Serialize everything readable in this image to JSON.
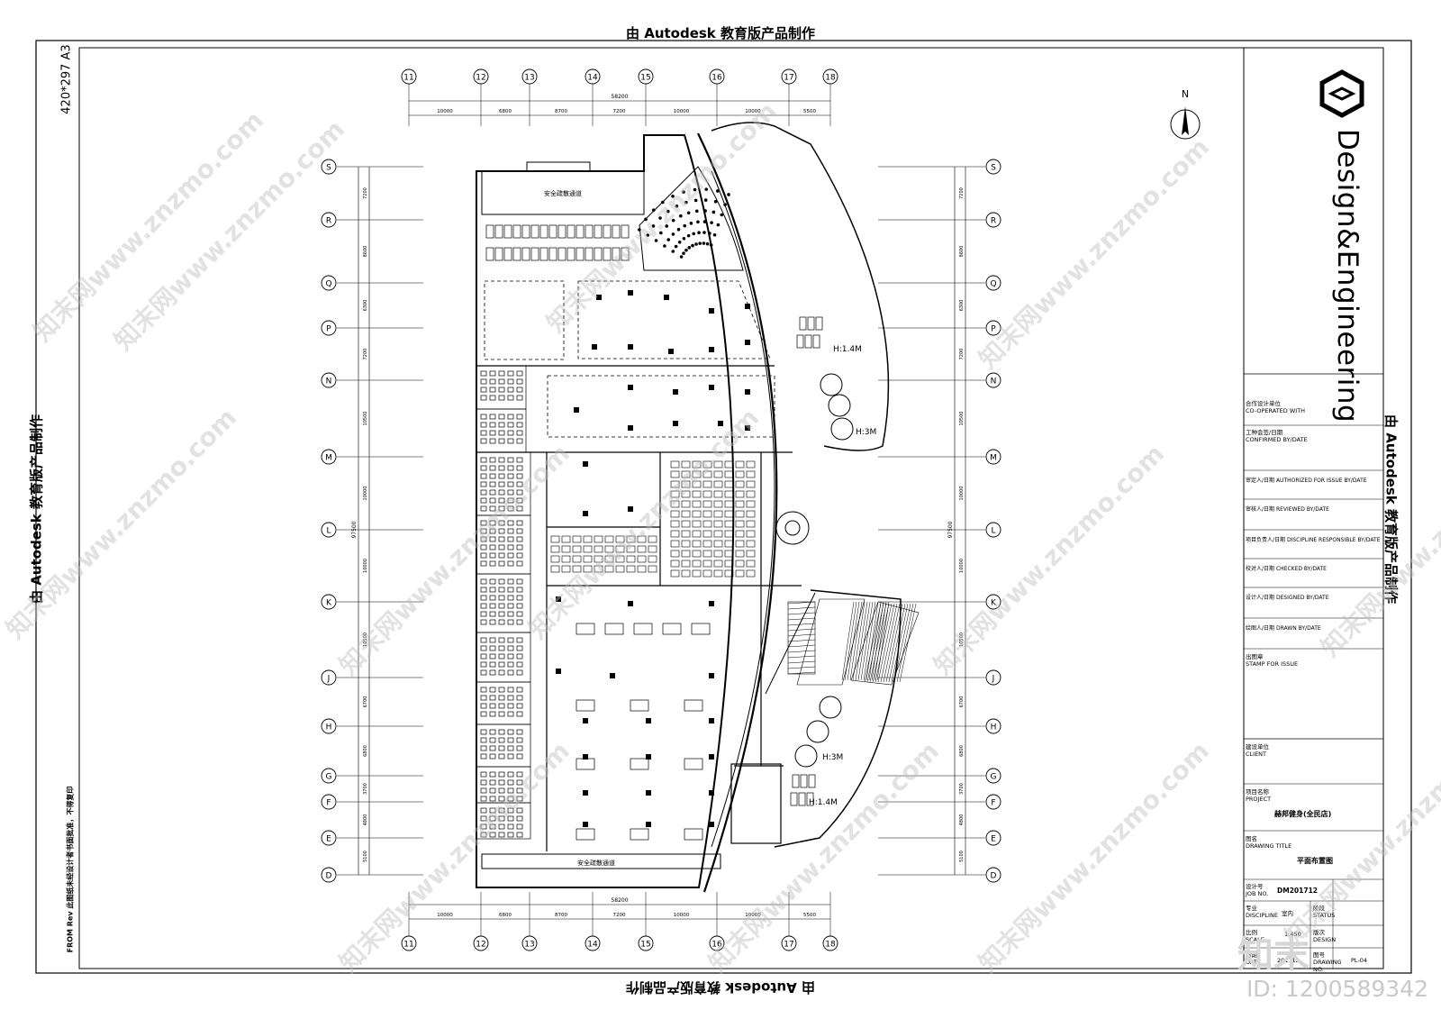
{
  "edu_stamp": "由 Autodesk 教育版产品制作",
  "paper_size": "420*297 A3",
  "from_rev": "FROM Rev 此图纸未经设计者书面批准，不得复印",
  "north_label": "N",
  "grid_cols": [
    "11",
    "12",
    "13",
    "14",
    "15",
    "16",
    "17",
    "18"
  ],
  "grid_rows": [
    "S",
    "R",
    "Q",
    "P",
    "N",
    "M",
    "L",
    "K",
    "J",
    "H",
    "G",
    "F",
    "E",
    "D"
  ],
  "dims_top": [
    "10000",
    "6800",
    "8700",
    "7200",
    "10000",
    "10000",
    "5500"
  ],
  "dims_total": "58200",
  "dims_left": [
    "7200",
    "8600",
    "6300",
    "7200",
    "10500",
    "10000",
    "10000",
    "10500",
    "6700",
    "6800",
    "3700",
    "4800",
    "5100"
  ],
  "dims_left_total": "97500",
  "rooms": {
    "corridor_top": "安全疏散通道",
    "corridor_bottom": "安全疏散通道",
    "height_14_top": "H:1.4M",
    "height_3_top": "H:3M",
    "height_3_bottom": "H:3M",
    "height_14_bottom": "H:1.4M"
  },
  "logo": {
    "brand": "Design&Engineering"
  },
  "title_block": {
    "cooperated_cn": "合作设计单位",
    "cooperated_en": "CO-OPERATED WITH",
    "confirmed_cn": "工种会签/日期",
    "confirmed_en": "CONFIRMED BY/DATE",
    "authorized_cn": "审定人/日期",
    "authorized_en": "AUTHORIZED FOR ISSUE BY/DATE",
    "reviewed_cn": "审核人/日期",
    "reviewed_en": "REVIEWED BY/DATE",
    "discipline_cn": "项目负责人/日期",
    "discipline_en": "DISCIPLINE RESPONSIBLE BY/DATE",
    "checked_cn": "校对人/日期",
    "checked_en": "CHECKED BY/DATE",
    "designed_cn": "设计人/日期",
    "designed_en": "DESIGNED BY/DATE",
    "drawn_cn": "绘图人/日期",
    "drawn_en": "DRAWN BY/DATE",
    "stamp_cn": "出图章",
    "stamp_en": "STAMP FOR ISSUE",
    "client_cn": "建设单位",
    "client_en": "CLIENT",
    "project_cn": "项目名称",
    "project_en": "PROJECT",
    "project_name": "赫邦健身(全民店)",
    "drawing_title_cn": "图名",
    "drawing_title_en": "DRAWING TITLE",
    "drawing_title": "平面布置图",
    "job_cn": "设计号",
    "job_en": "JOB NO.",
    "job_no": "DM201712",
    "disc_cn": "专业",
    "disc_en": "DISCIPLINE",
    "disc_val": "室内",
    "status_cn": "阶段",
    "status_en": "STATUS",
    "scale_cn": "比例",
    "scale_en": "SCALE",
    "scale_val": "1:450",
    "stage_cn": "版次",
    "stage_en": "DESIGN",
    "date_cn": "日期",
    "date_en": "DATE",
    "date_val": "201712",
    "drawing_no_cn": "图号",
    "drawing_no_en": "DRAWING NO.",
    "drawing_no": "PL-04"
  },
  "watermark": "知末网www.znzmo.com",
  "image_id": "ID: 1200589342",
  "zhimo_mark": "知末"
}
